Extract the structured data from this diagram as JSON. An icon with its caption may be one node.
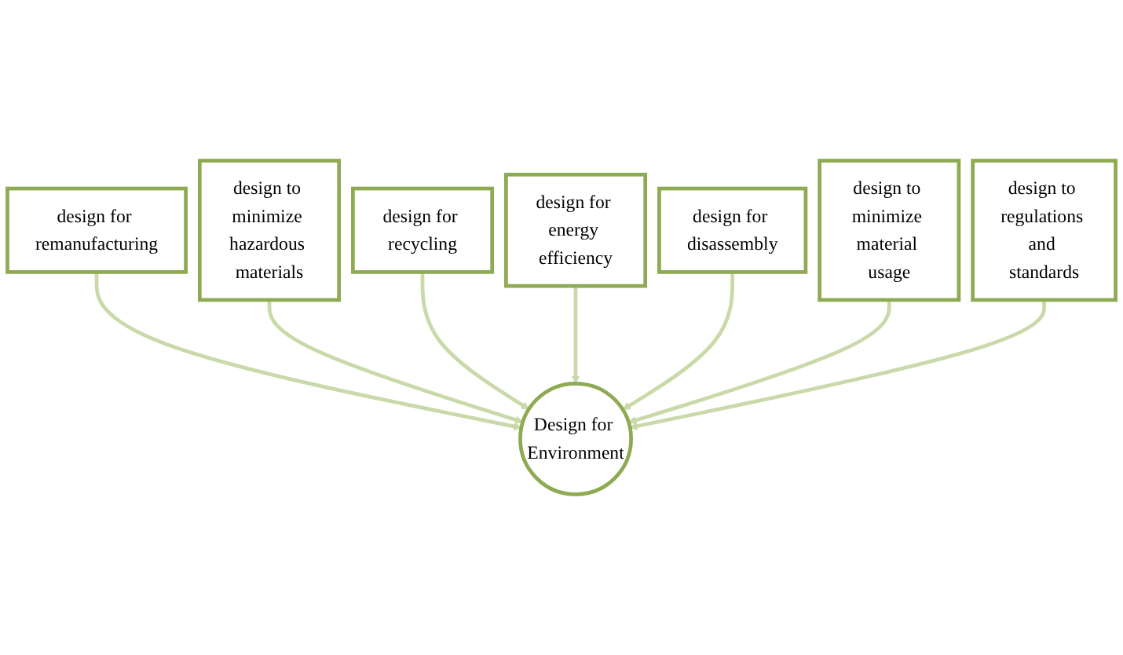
{
  "diagram": {
    "nodes": [
      {
        "text": [
          "design for remanufacturing"
        ]
      },
      {
        "text": [
          "design to minimize hazardous materials"
        ]
      },
      {
        "text": [
          "design for recycling"
        ]
      },
      {
        "text": [
          "design for energy efficiency"
        ]
      },
      {
        "text": [
          "design for disassembly"
        ]
      },
      {
        "text": [
          "design to minimize material usage"
        ]
      },
      {
        "text": [
          "Design for Environment"
        ]
      },
      {
        "text": [
          "design to regulations and standards"
        ]
      }
    ],
    "edges": [
      {
        "from": 0,
        "to": 6,
        "arrow": "to"
      },
      {
        "from": 1,
        "to": 6,
        "arrow": "to"
      },
      {
        "from": 2,
        "to": 6,
        "arrow": "to"
      },
      {
        "from": 3,
        "to": 6,
        "arrow": "to"
      },
      {
        "from": 4,
        "to": 6,
        "arrow": "to"
      },
      {
        "from": 5,
        "to": 6,
        "arrow": "to"
      },
      {
        "from": 7,
        "to": 6,
        "arrow": "to"
      }
    ]
  }
}
